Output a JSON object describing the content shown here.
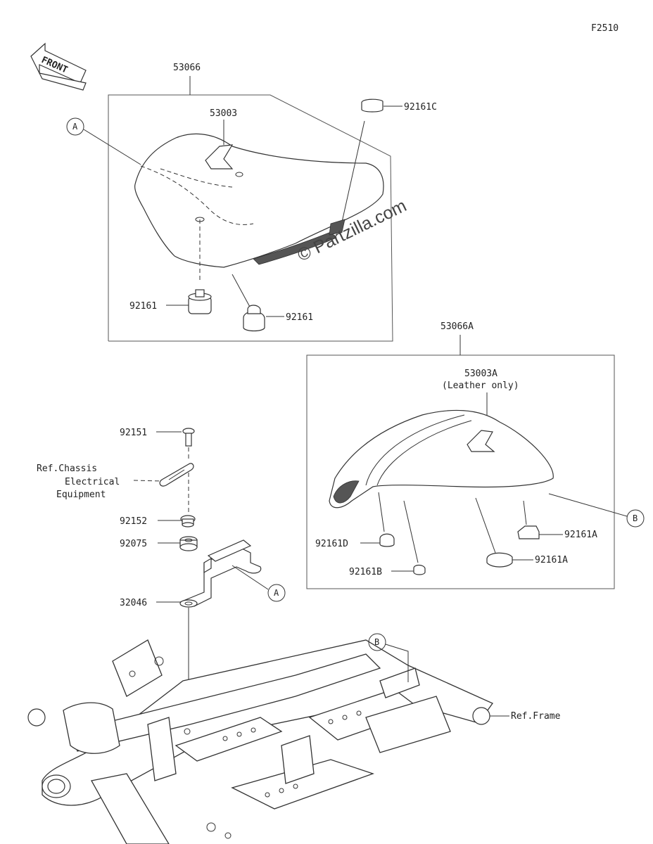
{
  "figure_code": "F2510",
  "front_label": "FRONT",
  "watermark": "© Partzilla.com",
  "parts": {
    "seat_assembly": "53066",
    "seat_cover": "53003",
    "damper_c": "92161C",
    "damper_left": "92161",
    "damper_right": "92161",
    "seat_assembly_a": "53066A",
    "seat_cover_a": "53003A",
    "seat_cover_a_note": "(Leather only)",
    "damper_d": "92161D",
    "damper_b": "92161B",
    "damper_a_upper": "92161A",
    "damper_a_lower": "92161A",
    "bolt": "92151",
    "collar": "92152",
    "grommet": "92075",
    "bracket": "32046"
  },
  "references": {
    "chassis_line1": "Ref.Chassis",
    "chassis_line2": "Electrical",
    "chassis_line3": "Equipment",
    "frame": "Ref.Frame"
  },
  "callouts": {
    "a_top": "A",
    "a_bracket": "A",
    "b_right": "B",
    "b_frame": "B"
  }
}
